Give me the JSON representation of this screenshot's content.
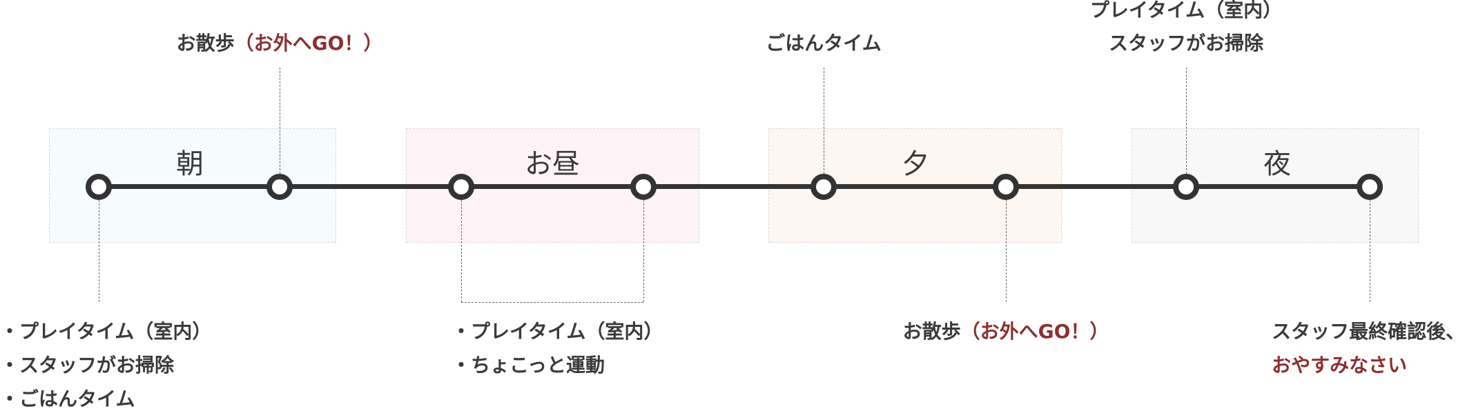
{
  "colors": {
    "accent": "#8b2f2f",
    "line": "#333333",
    "text": "#3a3a3a"
  },
  "bands": [
    {
      "label": "朝",
      "bg": "#f6fbfe"
    },
    {
      "label": "お昼",
      "bg": "#fef4f7"
    },
    {
      "label": "夕",
      "bg": "#fef6f1"
    },
    {
      "label": "夜",
      "bg": "#f8f8f8"
    }
  ],
  "nodes": [
    "朝-1",
    "朝-2",
    "お昼-1",
    "お昼-2",
    "夕-1",
    "夕-2",
    "夜-1",
    "夜-2"
  ],
  "captions": {
    "walk_morning": {
      "main": "お散歩",
      "accent": "（お外へGO！）"
    },
    "dinner_top": "ごはんタイム",
    "night_top": [
      "プレイタイム（室内）",
      "スタッフがお掃除"
    ],
    "morning_list": [
      "・プレイタイム（室内）",
      "・スタッフがお掃除",
      "・ごはんタイム"
    ],
    "noon_list": [
      "・プレイタイム（室内）",
      "・ちょこっと運動"
    ],
    "walk_evening": {
      "main": "お散歩",
      "accent": "（お外へGO！）"
    },
    "final": {
      "line1": "スタッフ最終確認後、",
      "line2": "おやすみなさい"
    }
  }
}
